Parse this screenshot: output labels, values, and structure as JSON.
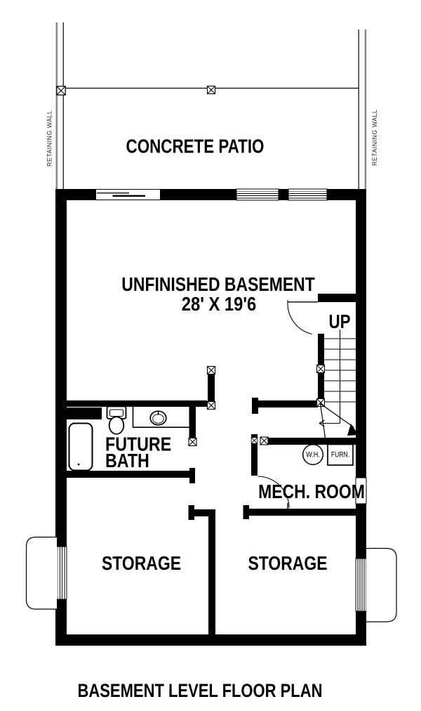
{
  "colors": {
    "wall": "#000000",
    "background": "#ffffff",
    "retaining_gray": "#8a8a8a"
  },
  "plan": {
    "title": "BASEMENT LEVEL FLOOR PLAN",
    "patio": {
      "label": "CONCRETE PATIO"
    },
    "retaining_wall_left": "RETAINING WALL",
    "retaining_wall_right": "RETAINING WALL",
    "rooms": {
      "basement": {
        "name": "UNFINISHED BASEMENT",
        "dimensions": "28' X 19'6"
      },
      "future_bath": {
        "line1": "FUTURE",
        "line2": "BATH"
      },
      "mech_room": {
        "name": "MECH. ROOM",
        "water_heater": "W.H.",
        "furnace": "FURN."
      },
      "storage_left": {
        "name": "STORAGE"
      },
      "storage_right": {
        "name": "STORAGE"
      }
    },
    "stairs": {
      "label": "UP"
    }
  },
  "fixtures": [
    "bathtub",
    "toilet",
    "sink-vanity",
    "water-heater",
    "furnace",
    "sliding-glass-door",
    "windows",
    "areaway-left",
    "areaway-right"
  ]
}
